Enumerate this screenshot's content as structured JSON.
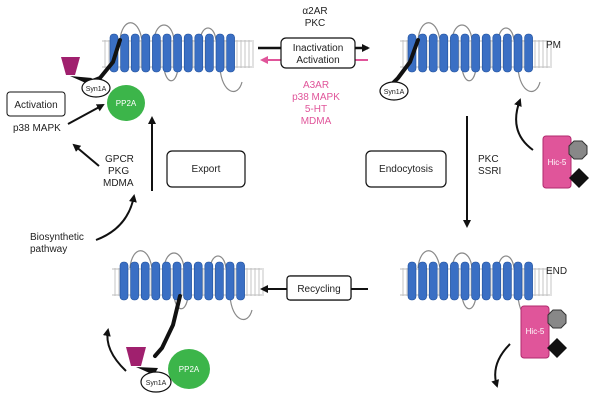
{
  "top_center": {
    "upper_labels": [
      "α2AR",
      "PKC"
    ],
    "box_lines": [
      "Inactivation",
      "Activation"
    ],
    "pink_labels": [
      "A3AR",
      "p38 MAPK",
      "5-HT",
      "MDMA"
    ]
  },
  "location_labels": {
    "pm": "PM",
    "end": "END"
  },
  "left_panel": {
    "activation_box": "Activation",
    "p38": "p38 MAPK",
    "gpcr_labels": [
      "GPCR",
      "PKG",
      "MDMA"
    ],
    "biosynthetic": [
      "Biosynthetic",
      "pathway"
    ]
  },
  "process_boxes": {
    "export": "Export",
    "endocytosis": "Endocytosis",
    "recycling": "Recycling"
  },
  "right_labels": [
    "PKC",
    "SSRI"
  ],
  "proteins": {
    "syn1a": "Syn1A",
    "pp2a": "PP2A",
    "hic5": "Hic-5"
  },
  "colors": {
    "transporter_blue": "#3a6fc4",
    "pp2a_green": "#3cb54a",
    "hic5_pink": "#e0559a",
    "magenta_trapezoid": "#a0206e",
    "pink_text": "#e0559a"
  }
}
